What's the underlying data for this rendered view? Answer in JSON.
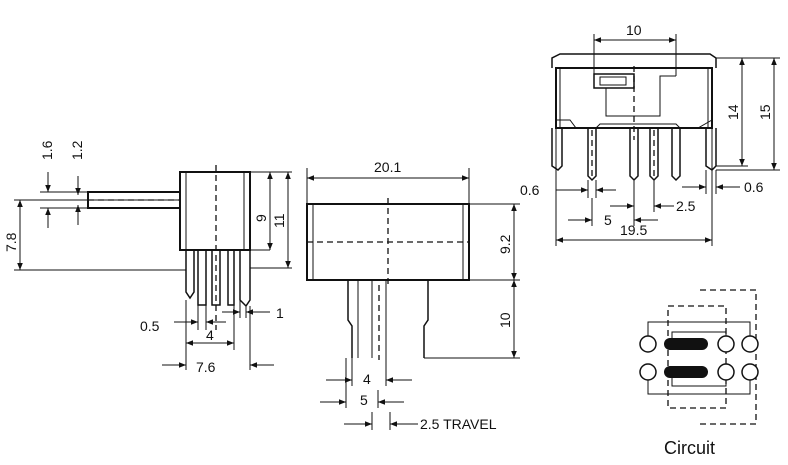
{
  "side_view": {
    "dims": [
      "1.6",
      "1.2",
      "7.8",
      "9",
      "11",
      "0.5",
      "4",
      "7.6",
      "1"
    ]
  },
  "front_view": {
    "dims": [
      "20.1",
      "9.2",
      "10",
      "4",
      "5",
      "2.5 TRAVEL"
    ]
  },
  "top_view": {
    "dims": [
      "10",
      "14",
      "15",
      "0.6",
      "5",
      "2.5",
      "0.6",
      "19.5"
    ]
  },
  "circuit": {
    "label": "Circuit"
  }
}
